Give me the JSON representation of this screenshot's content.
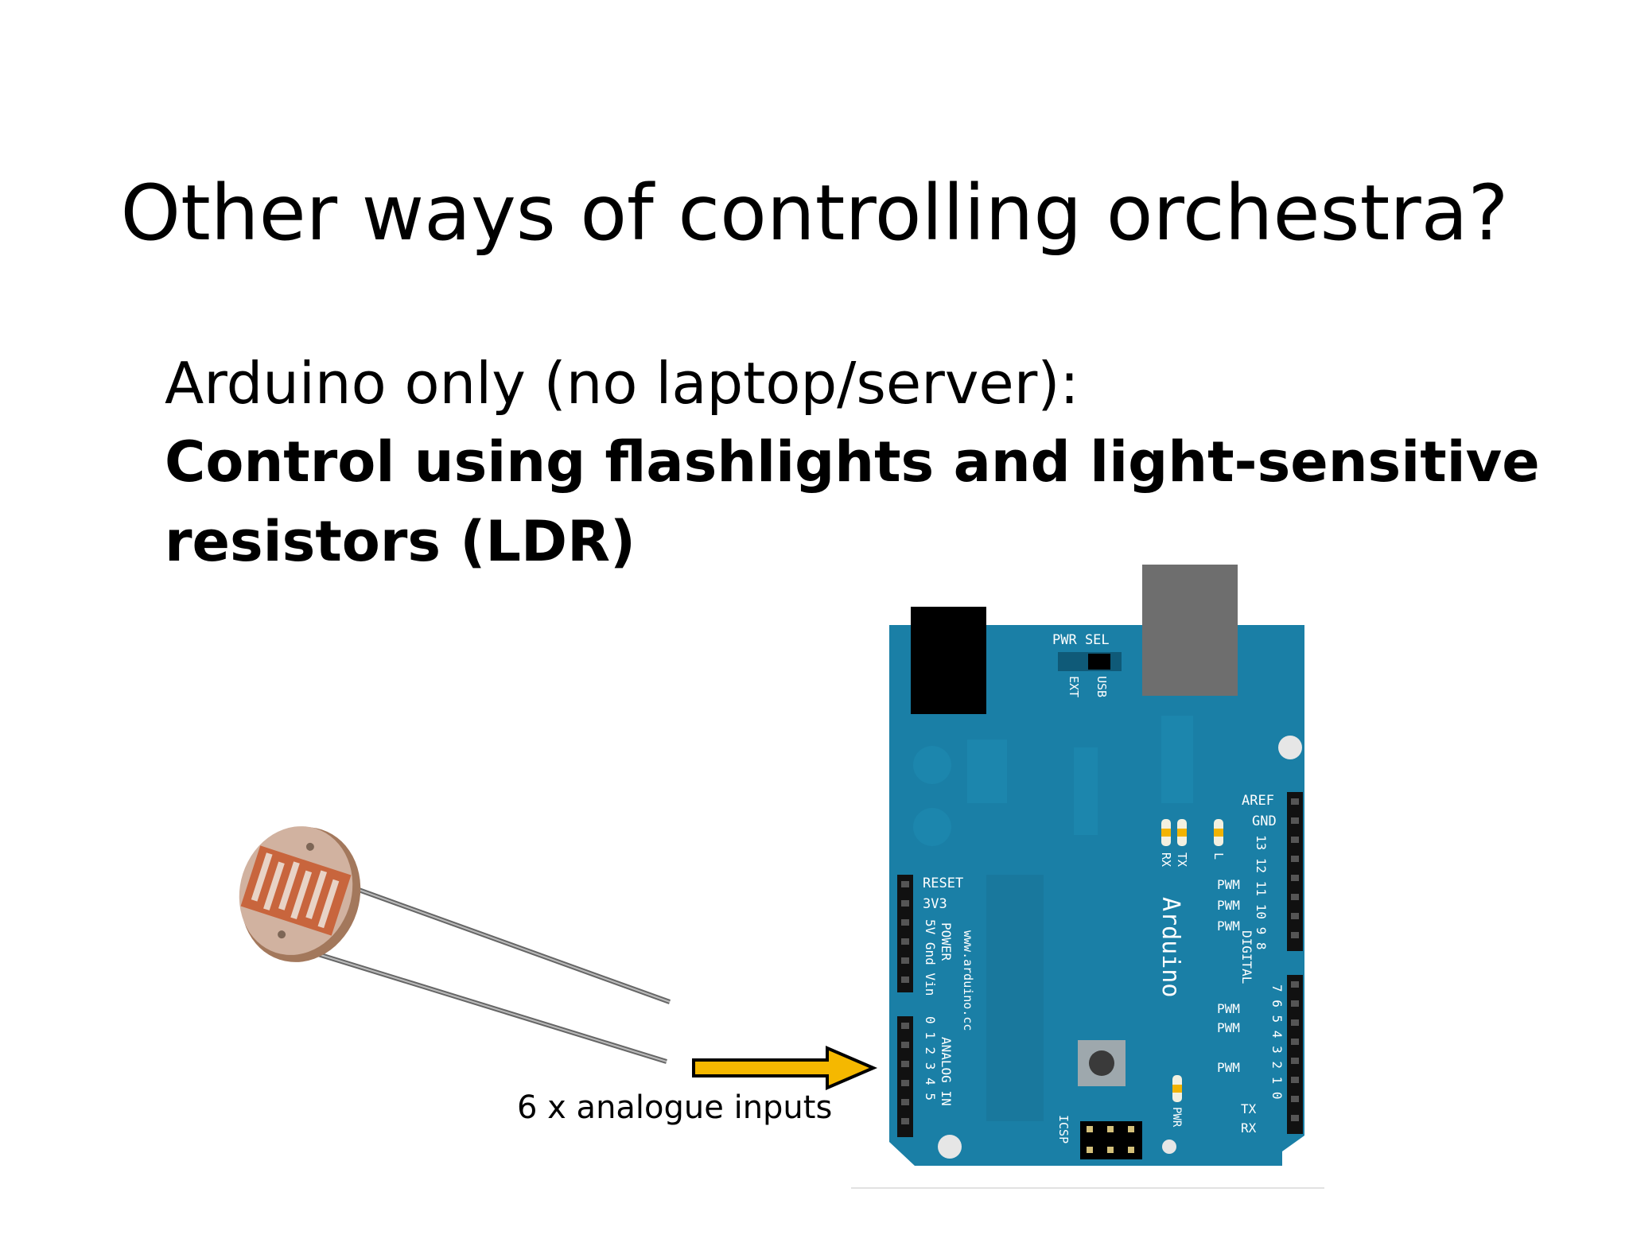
{
  "slide": {
    "title": "Other ways of controlling orchestra?",
    "line1": "Arduino only (no laptop/server):",
    "line2": "Control using flashlights and light-sensitive",
    "line3": "resistors (LDR)",
    "caption": "6 x analogue inputs"
  },
  "board": {
    "name": "Arduino",
    "url": "www.arduino.cc",
    "pwr_sel": "PWR SEL",
    "ext": "EXT",
    "usb": "USB",
    "aref": "AREF",
    "gnd": "GND",
    "digital": "DIGITAL",
    "reset": "RESET",
    "v3": "3V3",
    "power_pins": "5V Gnd Vin",
    "power": "POWER",
    "analog_in": "ANALOG IN",
    "analog_nums": "0 1 2 3 4 5",
    "icsp": "ICSP",
    "pwr_led": "PWR",
    "tx_led": "TX",
    "rx_led": "RX",
    "l_led": "L",
    "pwm": "PWM",
    "tx_pin": "TX",
    "rx_pin": "RX",
    "digital_nums_top": "13 12 11 10 9 8",
    "digital_nums_bottom": "7 6 5 4 3 2 1 0"
  },
  "colors": {
    "board": "#1a7fa6",
    "arrow": "#f5b800",
    "ldr": "#c8653d"
  }
}
